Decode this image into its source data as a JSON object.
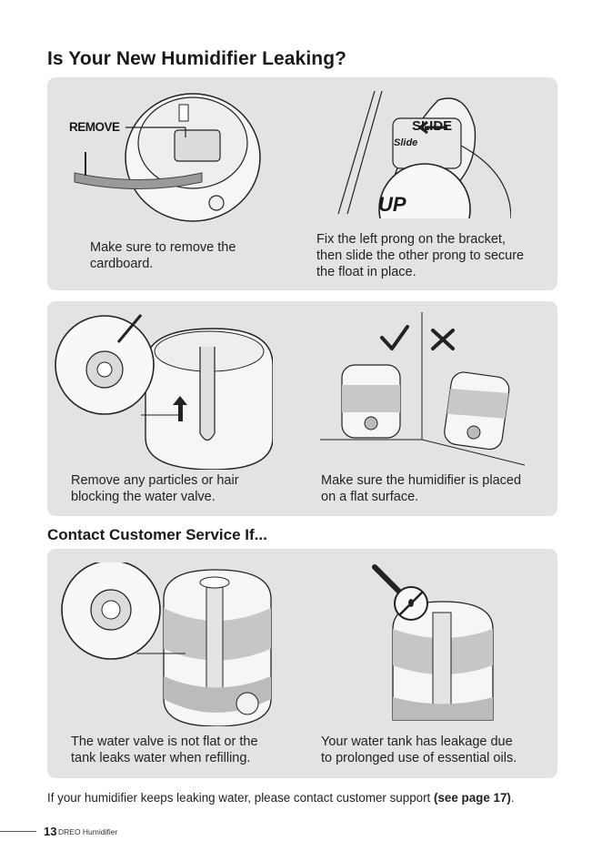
{
  "heading_leaking": "Is Your New Humidifier Leaking?",
  "heading_contact": "Contact Customer Service If...",
  "panel1": {
    "label_remove": "REMOVE",
    "label_slide": "SLIDE",
    "label_slide_small": "Slide",
    "label_up": "UP",
    "caption_left_l1": "Make sure to remove the",
    "caption_left_l2": "cardboard.",
    "caption_right_l1": "Fix the left prong on the bracket,",
    "caption_right_l2": "then slide the other prong to secure",
    "caption_right_l3": "the float in place."
  },
  "panel2": {
    "caption_left_l1": "Remove any particles or hair",
    "caption_left_l2": "blocking the water valve.",
    "caption_right_l1": "Make sure the humidifier is placed",
    "caption_right_l2": "on a flat surface.",
    "icon_ok": "checkmark-icon",
    "icon_bad": "cross-icon"
  },
  "panel3": {
    "caption_left_l1": "The water valve is not flat or the",
    "caption_left_l2": "tank leaks water when refilling.",
    "caption_right_l1": "Your water tank has leakage due",
    "caption_right_l2": "to prolonged use of essential oils."
  },
  "footer": {
    "note_text": "If your humidifier keeps leaking water, please contact customer support ",
    "note_ref": "(see page 17)",
    "note_end": ".",
    "page_number": "13",
    "brand": "DREO Humidifier"
  },
  "colors": {
    "panel_bg": "#e3e3e3",
    "text": "#1a1a1a",
    "water_blue": "#c9c9c9"
  }
}
